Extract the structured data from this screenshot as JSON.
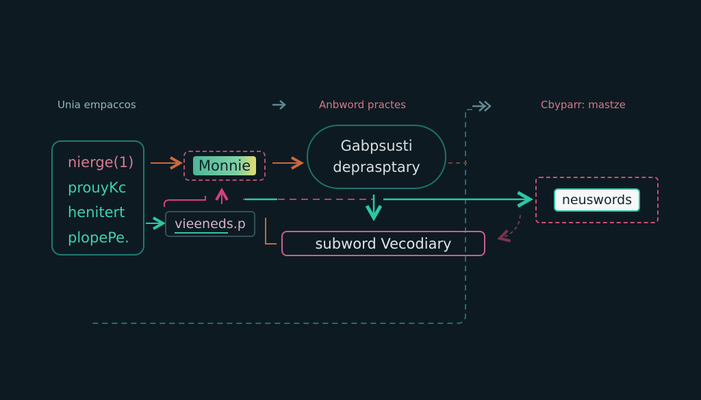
{
  "headers": {
    "left": "Unia empaccos",
    "middle": "Anbword practes",
    "right": "Cbyparr: mastze"
  },
  "input_tokens": [
    {
      "text": "nierge(1)",
      "color": "#d47a92"
    },
    {
      "text": "prouyKc",
      "color": "#3fd0b0"
    },
    {
      "text": "henitert",
      "color": "#3fd0b0"
    },
    {
      "text": "plopePe.",
      "color": "#3fd0b0"
    }
  ],
  "merge_chip": "Monnie",
  "center_node": {
    "line1": "Gabpsusti",
    "line2": "deprasptary"
  },
  "vi_node": "vieeneds.p",
  "subword_node": "subword Vecodiary",
  "output_chip": "neuswords",
  "colors": {
    "background": "#0e1a22",
    "teal": "#2bc8a6",
    "pink": "#c94f76",
    "orange": "#c9693f",
    "dashed_teal": "#1f6f70"
  }
}
